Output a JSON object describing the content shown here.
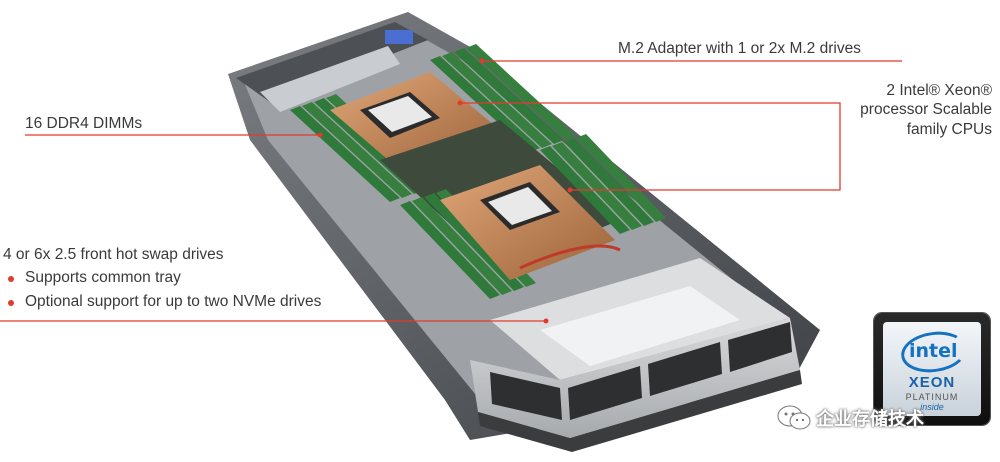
{
  "labels": {
    "m2": "M.2 Adapter with 1 or 2x M.2 drives",
    "cpu_line1": "2 Intel® Xeon®",
    "cpu_line2": "processor Scalable",
    "cpu_line3": "family CPUs",
    "dimms": "16 DDR4 DIMMs",
    "drives_title": "4 or 6x 2.5 front hot swap drives",
    "drives_bullets": [
      "Supports common tray",
      "Optional support for up to two NVMe drives"
    ]
  },
  "badge": {
    "brand": "intel",
    "product": "XEON",
    "tier": "PLATINUM",
    "tagline": "inside"
  },
  "watermark": {
    "icon": "wechat-icon",
    "text": "企业存储技术"
  },
  "colors": {
    "callout": "#e23b2e",
    "text": "#3a3a3a",
    "heatsink": "#c58a5a",
    "dimm": "#2f7a3a",
    "chassis": "#5a5d60"
  }
}
